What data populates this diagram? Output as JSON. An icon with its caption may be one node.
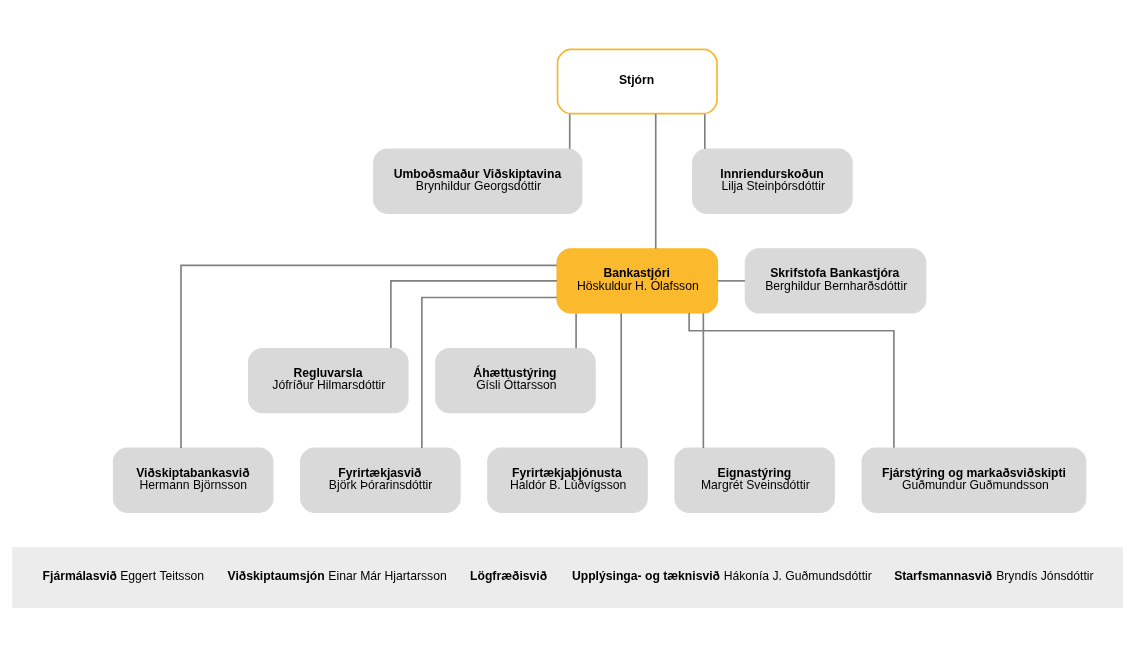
{
  "diagram": {
    "nodes": [
      {
        "text": [
          "Stjórn"
        ]
      },
      {
        "text": [
          "Umboðsmaður Viðskiptavina",
          "Brynhildur Georgsdóttir"
        ]
      },
      {
        "text": [
          "Innriendurskoðun",
          "Lilja Steinþórsdóttir"
        ]
      },
      {
        "text": [
          "Bankastjóri",
          "Höskuldur H. Ólafsson"
        ]
      },
      {
        "text": [
          "Skrifstofa Bankastjóra",
          "Berghildur Bernharðsdóttir"
        ]
      },
      {
        "text": [
          "Regluvarsla",
          "Jófríður Hilmarsdóttir"
        ]
      },
      {
        "text": [
          "Áhættustýring",
          "Gísli Óttarsson"
        ]
      },
      {
        "text": [
          "Viðskiptabankasvið",
          "Hermann Björnsson"
        ]
      },
      {
        "text": [
          "Fyrirtækjasvið",
          "Björk Þórarinsdóttir"
        ]
      },
      {
        "text": [
          "Fyrirtækjaþjónusta",
          "Haldór B. Lúðvígsson"
        ]
      },
      {
        "text": [
          "Eignastýring",
          "Margrét Sveinsdóttir"
        ]
      },
      {
        "text": [
          "Fjárstýring og markaðsviðskipti",
          "Guðmundur Guðmundsson"
        ]
      },
      {
        "text": [
          "**Fjármálasvið** Eggert Teitsson",
          "**Viðskiptaumsjón** Einar Már Hjartarsson",
          "**Lögfræðisvið**",
          "**Upplýsinga- og tæknisvið** Hákonía J. Guðmundsdóttir",
          "**Starfsmannasvið** Bryndís Jónsdóttir"
        ]
      }
    ],
    "edges": [
      {
        "from": 0,
        "to": 1,
        "arrow": "none"
      },
      {
        "from": 0,
        "to": 2,
        "arrow": "none"
      },
      {
        "from": 0,
        "to": 3,
        "arrow": "none"
      },
      {
        "from": 3,
        "to": 4,
        "arrow": "none"
      },
      {
        "from": 3,
        "to": 5,
        "arrow": "none"
      },
      {
        "from": 3,
        "to": 6,
        "arrow": "none"
      },
      {
        "from": 3,
        "to": 7,
        "arrow": "none"
      },
      {
        "from": 3,
        "to": 8,
        "arrow": "none"
      },
      {
        "from": 3,
        "to": 9,
        "arrow": "none"
      },
      {
        "from": 3,
        "to": 10,
        "arrow": "none"
      },
      {
        "from": 3,
        "to": 11,
        "arrow": "none"
      }
    ]
  }
}
